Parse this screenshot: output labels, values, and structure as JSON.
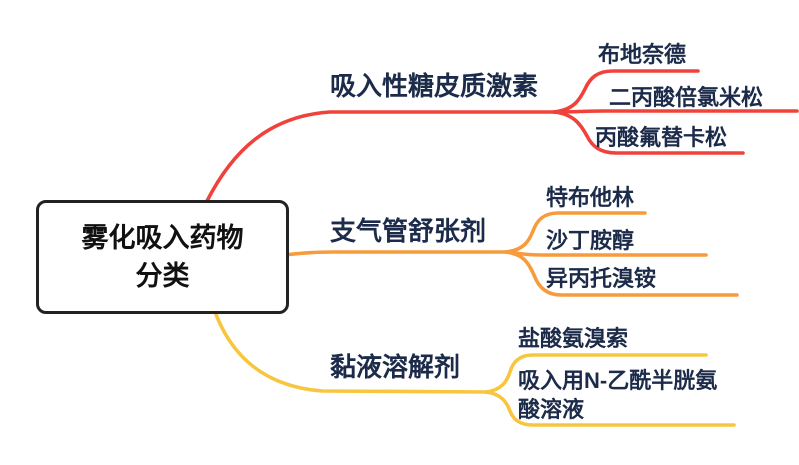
{
  "root": {
    "line1": "雾化吸入药物",
    "line2": "分类"
  },
  "branches": [
    {
      "label": "吸入性糖皮质激素",
      "color": "#f0423b",
      "children": [
        "布地奈德",
        "二丙酸倍氯米松",
        "丙酸氟替卡松"
      ]
    },
    {
      "label": "支气管舒张剂",
      "color": "#f79b3c",
      "children": [
        "特布他林",
        "沙丁胺醇",
        "异丙托溴铵"
      ]
    },
    {
      "label": "黏液溶解剂",
      "color": "#f8c63e",
      "children": [
        "盐酸氨溴索",
        "吸入用N-乙酰半胱氨酸溶液"
      ]
    }
  ],
  "colors": {
    "text": "#1c2b4a",
    "root_text": "#111111",
    "root_border": "#222222",
    "background": "#ffffff"
  }
}
